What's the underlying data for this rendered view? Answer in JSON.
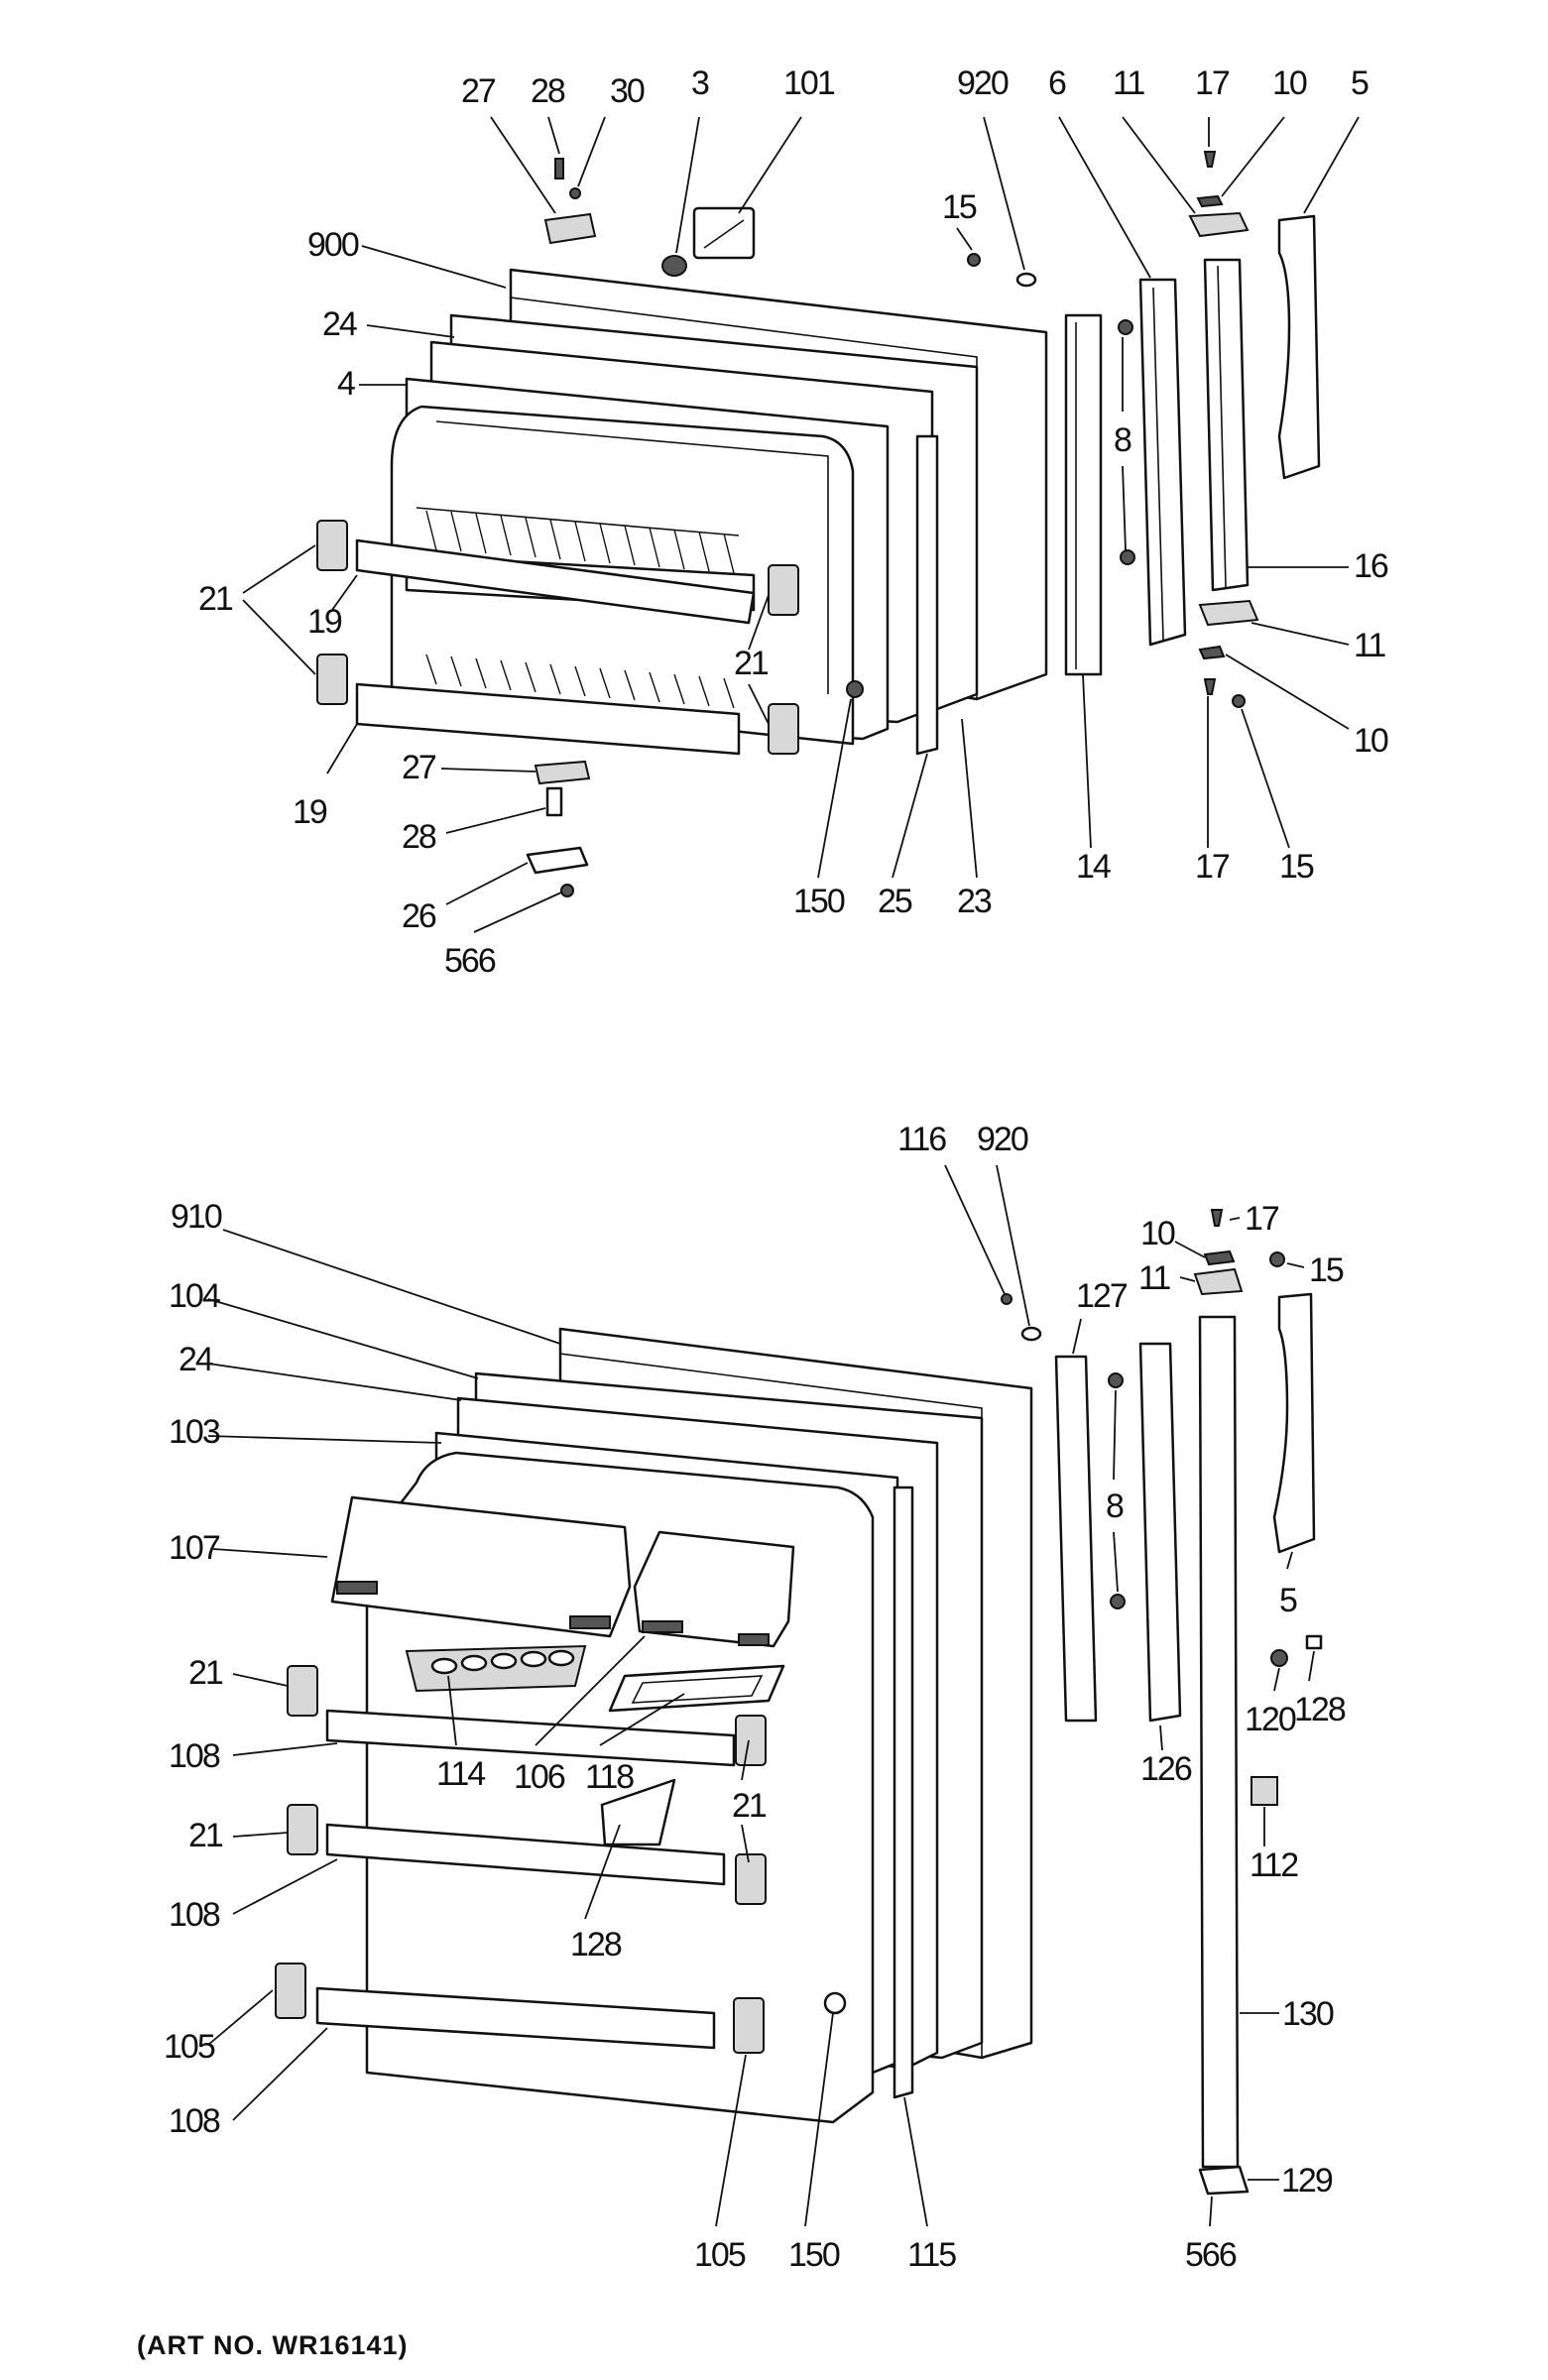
{
  "diagram": {
    "top_door": {
      "labels": {
        "l27a": "27",
        "l28a": "28",
        "l30": "30",
        "l3": "3",
        "l101": "101",
        "l920": "920",
        "l6": "6",
        "l11a": "11",
        "l17a": "17",
        "l10a": "10",
        "l5": "5",
        "l900": "900",
        "l15a": "15",
        "l24": "24",
        "l4": "4",
        "l8": "8",
        "l21": "21",
        "l19a": "19",
        "l16": "16",
        "l21b": "21",
        "l11b": "11",
        "l10b": "10",
        "l27b": "27",
        "l19b": "19",
        "l28b": "28",
        "l26": "26",
        "l566": "566",
        "l150": "150",
        "l25": "25",
        "l23": "23",
        "l14": "14",
        "l17b": "17",
        "l15b": "15"
      }
    },
    "bottom_door": {
      "labels": {
        "l116": "116",
        "l920": "920",
        "l910": "910",
        "l10": "10",
        "l17": "17",
        "l11": "11",
        "l15": "15",
        "l104": "104",
        "l127": "127",
        "l24": "24",
        "l103": "103",
        "l8": "8",
        "l107": "107",
        "l5": "5",
        "l21a": "21",
        "l120": "120",
        "l128a": "128",
        "l108a": "108",
        "l114": "114",
        "l106": "106",
        "l118": "118",
        "l21b": "21",
        "l126": "126",
        "l21c": "21",
        "l112": "112",
        "l108b": "108",
        "l128b": "128",
        "l130": "130",
        "l105a": "105",
        "l108c": "108",
        "l129": "129",
        "l105b": "105",
        "l150": "150",
        "l115": "115",
        "l566": "566"
      }
    },
    "art_number": "(ART NO. WR16141)"
  }
}
